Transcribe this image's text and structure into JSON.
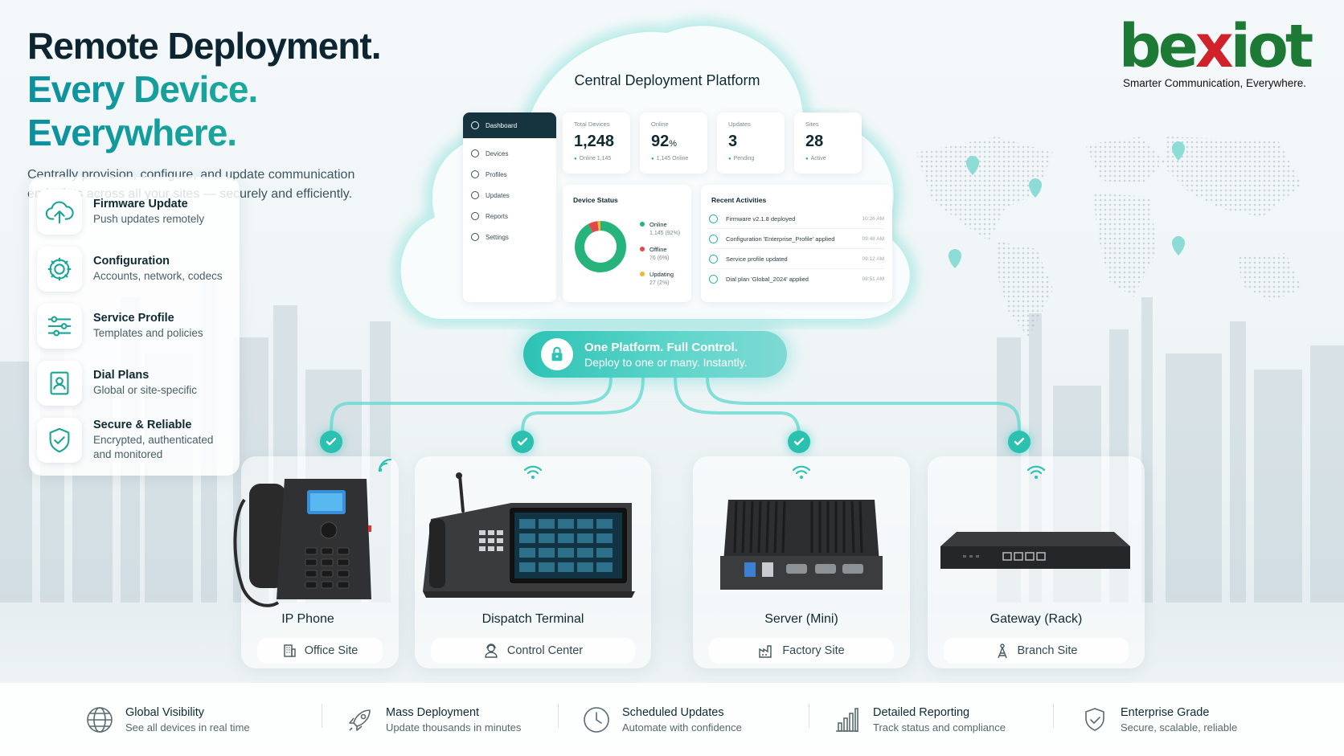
{
  "headline": {
    "line1": "Remote Deployment.",
    "line2": "Every Device. Everywhere.",
    "subtitle": "Centrally provision, configure, and update communication endpoints across all your sites — securely and efficiently."
  },
  "brand": {
    "logo_text": "bexiot",
    "tagline": "Smarter Communication, Everywhere.",
    "colors": {
      "green": "#1d7a35",
      "red": "#d1222a",
      "accent": "#2cc2b5"
    }
  },
  "features": [
    {
      "icon": "cloud-upload-icon",
      "title": "Firmware Update",
      "desc": "Push updates remotely"
    },
    {
      "icon": "gear-icon",
      "title": "Configuration",
      "desc": "Accounts, network, codecs"
    },
    {
      "icon": "sliders-icon",
      "title": "Service Profile",
      "desc": "Templates and policies"
    },
    {
      "icon": "contact-book-icon",
      "title": "Dial Plans",
      "desc": "Global or site-specific"
    },
    {
      "icon": "shield-check-icon",
      "title": "Secure & Reliable",
      "desc": "Encrypted, authenticated and monitored"
    }
  ],
  "platform": {
    "title": "Central Deployment Platform",
    "nav": [
      "Dashboard",
      "Devices",
      "Profiles",
      "Updates",
      "Reports",
      "Settings"
    ],
    "stats": [
      {
        "label": "Total Devices",
        "value": "1,248",
        "unit": "",
        "sub": "Online 1,145"
      },
      {
        "label": "Online",
        "value": "92",
        "unit": "%",
        "sub": "1,145 Online"
      },
      {
        "label": "Updates",
        "value": "3",
        "unit": "",
        "sub": "Pending"
      },
      {
        "label": "Sites",
        "value": "28",
        "unit": "",
        "sub": "Active"
      }
    ],
    "device_status": {
      "title": "Device Status",
      "segments": [
        {
          "label": "Online",
          "detail": "1,145 (92%)",
          "value": 92,
          "color": "#27b37c"
        },
        {
          "label": "Offline",
          "detail": "76 (6%)",
          "value": 6,
          "color": "#e04848"
        },
        {
          "label": "Updating",
          "detail": "27 (2%)",
          "value": 2,
          "color": "#f2b632"
        }
      ]
    },
    "recent": {
      "title": "Recent Activities",
      "items": [
        {
          "text": "Firmware v2.1.8 deployed",
          "time": "10:26 AM"
        },
        {
          "text": "Configuration 'Enterprise_Profile' applied",
          "time": "09:48 AM"
        },
        {
          "text": "Service profile updated",
          "time": "09:12 AM"
        },
        {
          "text": "Dial plan 'Global_2024' applied",
          "time": "08:51 AM"
        }
      ]
    }
  },
  "banner": {
    "line1": "One Platform. Full Control.",
    "line2": "Deploy to one or many. Instantly."
  },
  "devices": [
    {
      "name": "IP Phone",
      "site": "Office Site",
      "site_icon": "building-icon"
    },
    {
      "name": "Dispatch Terminal",
      "site": "Control Center",
      "site_icon": "operator-icon"
    },
    {
      "name": "Server (Mini)",
      "site": "Factory Site",
      "site_icon": "factory-icon"
    },
    {
      "name": "Gateway (Rack)",
      "site": "Branch Site",
      "site_icon": "tower-icon"
    }
  ],
  "benefits": [
    {
      "icon": "globe-icon",
      "title": "Global Visibility",
      "desc": "See all devices in real time"
    },
    {
      "icon": "rocket-icon",
      "title": "Mass Deployment",
      "desc": "Update thousands in minutes"
    },
    {
      "icon": "clock-icon",
      "title": "Scheduled Updates",
      "desc": "Automate with confidence"
    },
    {
      "icon": "bar-chart-icon",
      "title": "Detailed Reporting",
      "desc": "Track status and compliance"
    },
    {
      "icon": "shield-check-icon",
      "title": "Enterprise Grade",
      "desc": "Secure, scalable, reliable"
    }
  ]
}
